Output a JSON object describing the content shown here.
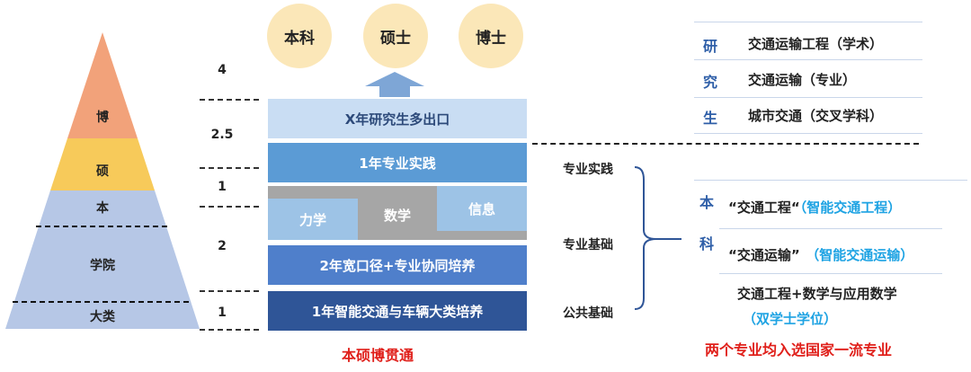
{
  "pyramid": {
    "labels": [
      "博",
      "硕",
      "本",
      "学院",
      "大类"
    ],
    "colors": {
      "bo": "#f2a27a",
      "shuo": "#f7ca5a",
      "base": "#b6c7e6"
    }
  },
  "years": [
    "4",
    "2.5",
    "1",
    "2",
    "1"
  ],
  "degrees": [
    "本科",
    "硕士",
    "博士"
  ],
  "blocks": {
    "exit": "X年研究生多出口",
    "practice": "1年专业实践",
    "subjects": [
      "力学",
      "数学",
      "信息"
    ],
    "broad": "2年宽口径+专业协同培养",
    "common": "1年智能交通与车辆大类培养"
  },
  "side_labels": [
    "专业实践",
    "专业基础",
    "公共基础"
  ],
  "caption_left": "本硕博贯通",
  "graduate": {
    "heading_chars": [
      "研",
      "究",
      "生"
    ],
    "items": [
      "交通运输工程（学术）",
      "交通运输（专业）",
      "城市交通（交叉学科）"
    ]
  },
  "undergrad": {
    "heading_chars": [
      "本",
      "科"
    ],
    "item1_main": "“交通工程“",
    "item1_paren": "（智能交通工程）",
    "item2_main": "“交通运输”",
    "item2_paren": "（智能交通运输）",
    "item3_main": "交通工程+数学与应用数学",
    "item3_paren": "（双学士学位）"
  },
  "caption_right": "两个专业均入选国家一流专业"
}
